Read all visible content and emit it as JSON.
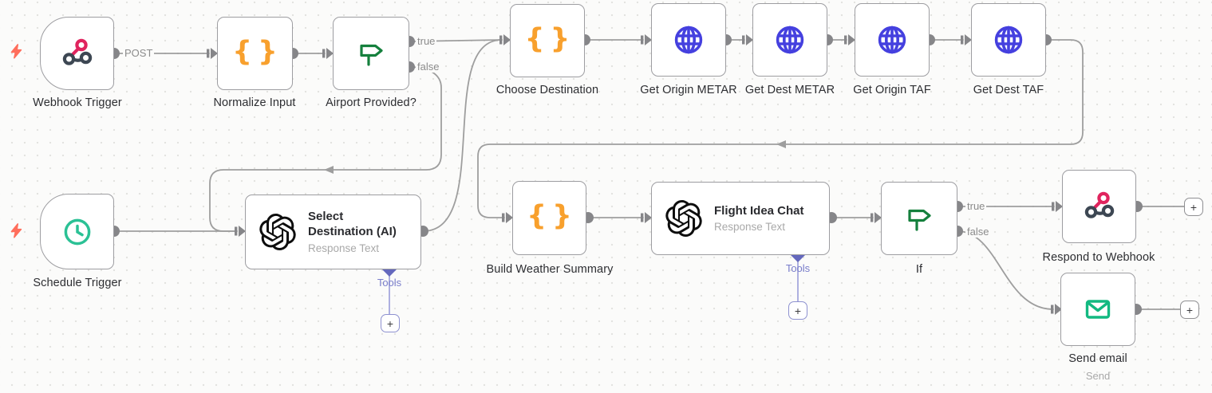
{
  "nodes": {
    "webhook_trigger": {
      "label": "Webhook Trigger",
      "icon": "webhook-icon"
    },
    "schedule_trigger": {
      "label": "Schedule Trigger",
      "icon": "clock-icon"
    },
    "normalize_input": {
      "label": "Normalize Input",
      "icon": "braces-icon"
    },
    "airport_provided": {
      "label": "Airport Provided?",
      "icon": "signpost-icon"
    },
    "choose_destination": {
      "label": "Choose Destination",
      "icon": "braces-icon"
    },
    "get_origin_metar": {
      "label": "Get Origin METAR",
      "icon": "globe-icon"
    },
    "get_dest_metar": {
      "label": "Get Dest METAR",
      "icon": "globe-icon"
    },
    "get_origin_taf": {
      "label": "Get Origin TAF",
      "icon": "globe-icon"
    },
    "get_dest_taf": {
      "label": "Get Dest TAF",
      "icon": "globe-icon"
    },
    "select_destination_ai": {
      "title": "Select Destination (AI)",
      "subtitle": "Response Text",
      "connector_label": "Tools",
      "icon": "openai-icon"
    },
    "build_weather_summary": {
      "label": "Build Weather Summary",
      "icon": "braces-icon"
    },
    "flight_idea_chat": {
      "title": "Flight Idea Chat",
      "subtitle": "Response Text",
      "connector_label": "Tools",
      "icon": "openai-icon"
    },
    "if_node": {
      "label": "If",
      "icon": "signpost-icon"
    },
    "respond_to_webhook": {
      "label": "Respond to Webhook",
      "icon": "webhook-icon"
    },
    "send_email": {
      "label": "Send email",
      "subtitle": "Send",
      "icon": "mail-icon"
    }
  },
  "connections": {
    "post_label": "POST",
    "true_label": "true",
    "false_label": "false"
  },
  "icons": {
    "braces_open": "{",
    "braces_close": "}",
    "plus": "+"
  },
  "colors": {
    "canvas_bg": "#fbfbfa",
    "grid_dot": "#e3e3e0",
    "node_border": "#9d9da1",
    "connection": "#9e9e9e",
    "endpoint": "#868689",
    "braces_orange": "#f8a02d",
    "globe_blue": "#4540df",
    "signpost_green": "#15803d",
    "clock_teal": "#2bc195",
    "mail_green": "#13b981",
    "webhook_pink": "#e0245e",
    "webhook_slate": "#3d4753",
    "openai_black": "#0d0d0d",
    "tools_purple": "#6468bd",
    "trigger_zap": "#ff6e5c",
    "label_text": "#2d2e32",
    "sub_text": "#a8a8a8"
  }
}
